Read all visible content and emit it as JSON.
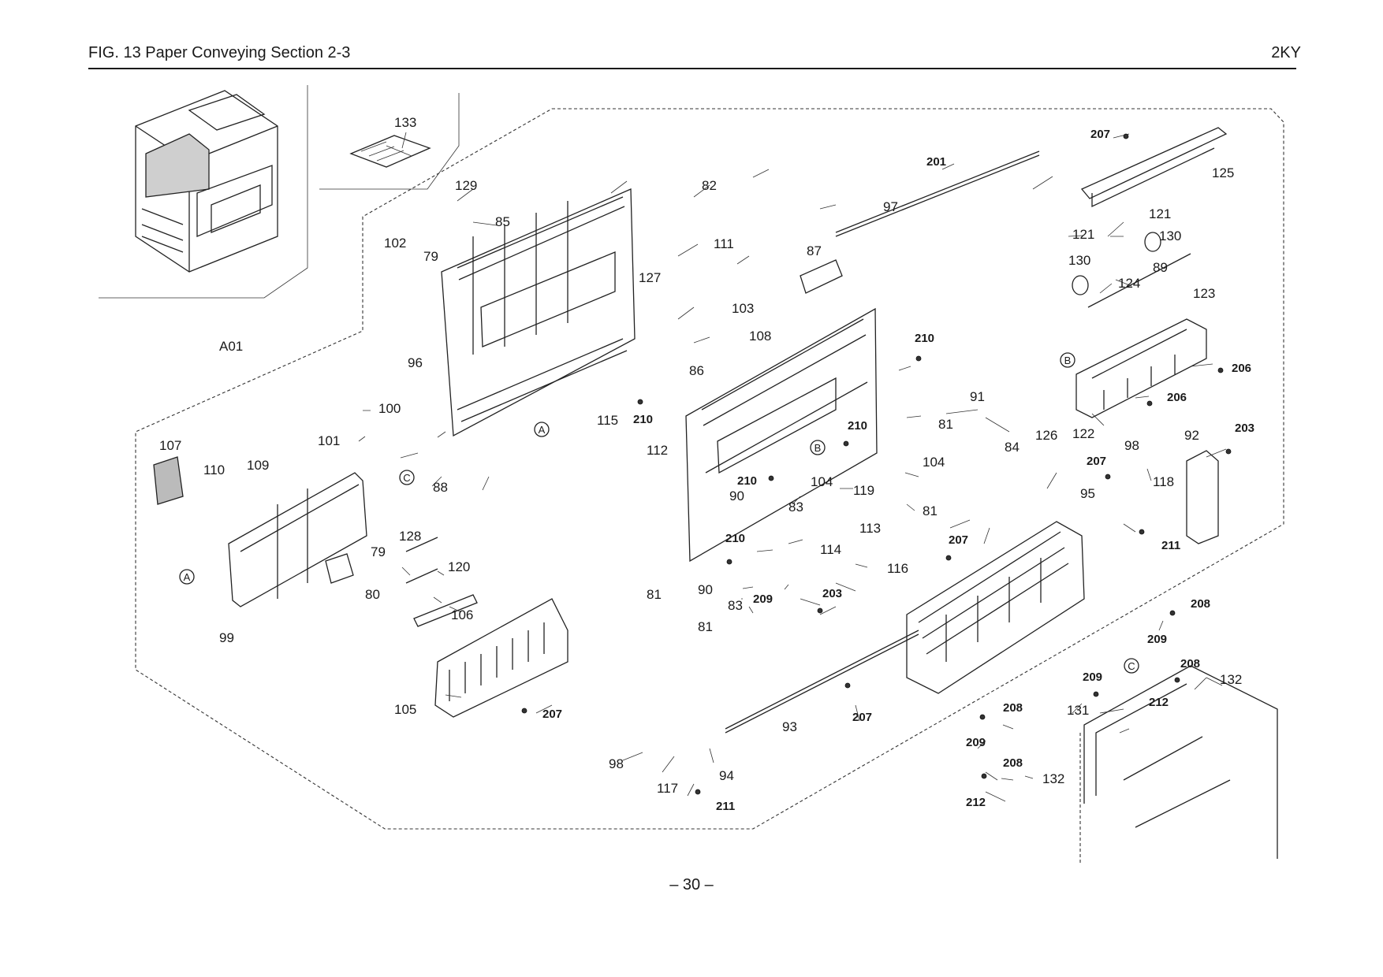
{
  "header": {
    "title": "FIG.  13  Paper Conveying Section 2-3",
    "model_code": "2KY"
  },
  "footer": {
    "page_number": "– 30 –"
  },
  "assembly_label": "A01",
  "markers": {
    "a": "A",
    "b": "B",
    "c": "C"
  },
  "callouts": [
    {
      "id": "133",
      "bold": false
    },
    {
      "id": "129",
      "bold": false
    },
    {
      "id": "82",
      "bold": false
    },
    {
      "id": "85",
      "bold": false
    },
    {
      "id": "102",
      "bold": false
    },
    {
      "id": "79",
      "bold": false
    },
    {
      "id": "127",
      "bold": false
    },
    {
      "id": "111",
      "bold": false
    },
    {
      "id": "103",
      "bold": false
    },
    {
      "id": "108",
      "bold": false
    },
    {
      "id": "96",
      "bold": false
    },
    {
      "id": "86",
      "bold": false
    },
    {
      "id": "115",
      "bold": false
    },
    {
      "id": "210",
      "bold": true
    },
    {
      "id": "201",
      "bold": true
    },
    {
      "id": "97",
      "bold": false
    },
    {
      "id": "87",
      "bold": false
    },
    {
      "id": "207",
      "bold": true
    },
    {
      "id": "125",
      "bold": false
    },
    {
      "id": "121",
      "bold": false
    },
    {
      "id": "130",
      "bold": false
    },
    {
      "id": "89",
      "bold": false
    },
    {
      "id": "124",
      "bold": false
    },
    {
      "id": "123",
      "bold": false
    },
    {
      "id": "206",
      "bold": true
    },
    {
      "id": "122",
      "bold": false
    },
    {
      "id": "91",
      "bold": false
    },
    {
      "id": "81",
      "bold": false
    },
    {
      "id": "84",
      "bold": false
    },
    {
      "id": "126",
      "bold": false
    },
    {
      "id": "104",
      "bold": false
    },
    {
      "id": "112",
      "bold": false
    },
    {
      "id": "119",
      "bold": false
    },
    {
      "id": "90",
      "bold": false
    },
    {
      "id": "83",
      "bold": false
    },
    {
      "id": "113",
      "bold": false
    },
    {
      "id": "114",
      "bold": false
    },
    {
      "id": "116",
      "bold": false
    },
    {
      "id": "209",
      "bold": true
    },
    {
      "id": "203",
      "bold": true
    },
    {
      "id": "98",
      "bold": false
    },
    {
      "id": "92",
      "bold": false
    },
    {
      "id": "95",
      "bold": false
    },
    {
      "id": "118",
      "bold": false
    },
    {
      "id": "211",
      "bold": true
    },
    {
      "id": "100",
      "bold": false
    },
    {
      "id": "101",
      "bold": false
    },
    {
      "id": "107",
      "bold": false
    },
    {
      "id": "110",
      "bold": false
    },
    {
      "id": "109",
      "bold": false
    },
    {
      "id": "88",
      "bold": false
    },
    {
      "id": "128",
      "bold": false
    },
    {
      "id": "120",
      "bold": false
    },
    {
      "id": "80",
      "bold": false
    },
    {
      "id": "106",
      "bold": false
    },
    {
      "id": "99",
      "bold": false
    },
    {
      "id": "105",
      "bold": false
    },
    {
      "id": "93",
      "bold": false
    },
    {
      "id": "94",
      "bold": false
    },
    {
      "id": "117",
      "bold": false
    },
    {
      "id": "131",
      "bold": false
    },
    {
      "id": "208",
      "bold": true
    },
    {
      "id": "132",
      "bold": false
    },
    {
      "id": "212",
      "bold": true
    }
  ]
}
